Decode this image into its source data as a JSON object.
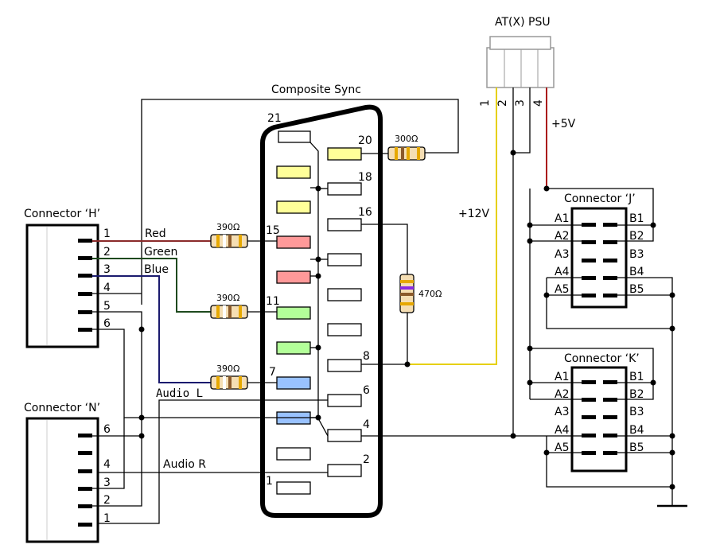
{
  "psu": {
    "title": "AT(X) PSU",
    "pins": [
      "1",
      "2",
      "3",
      "4"
    ],
    "v5": "+5V",
    "v12": "+12V"
  },
  "composite_sync": "Composite Sync",
  "scart": {
    "pin_labels": {
      "p21": "21",
      "p20": "20",
      "p18": "18",
      "p16": "16",
      "p15": "15",
      "p11": "11",
      "p8": "8",
      "p7": "7",
      "p6": "6",
      "p4": "4",
      "p2": "2",
      "p1": "1"
    }
  },
  "resistors": {
    "r300": "300Ω",
    "r390a": "390Ω",
    "r390b": "390Ω",
    "r390c": "390Ω",
    "r470": "470Ω"
  },
  "conn_h": {
    "title": "Connector ‘H’",
    "pins": [
      "1",
      "2",
      "3",
      "4",
      "5",
      "6"
    ],
    "signals": {
      "red": "Red",
      "green": "Green",
      "blue": "Blue"
    }
  },
  "conn_n": {
    "title": "Connector ‘N’",
    "pins": [
      "6",
      "4",
      "3",
      "2",
      "1"
    ]
  },
  "audio": {
    "left": "Audio L",
    "right": "Audio R"
  },
  "conn_j": {
    "title": "Connector ‘J’",
    "a": [
      "A1",
      "A2",
      "A3",
      "A4",
      "A5"
    ],
    "b": [
      "B1",
      "B2",
      "B3",
      "B4",
      "B5"
    ]
  },
  "conn_k": {
    "title": "Connector ‘K’",
    "a": [
      "A1",
      "A2",
      "A3",
      "A4",
      "A5"
    ],
    "b": [
      "B1",
      "B2",
      "B3",
      "B4",
      "B5"
    ]
  },
  "colors": {
    "yellow": "#ffff99",
    "red": "#ff9999",
    "green": "#b3ff99",
    "blue": "#99c2ff",
    "wire_red": "#8b2a2a",
    "wire_green": "#1e4a1e",
    "wire_blue": "#1a1a6e",
    "wire_yellow": "#e6d000",
    "wire_psu_red": "#aa1111"
  }
}
